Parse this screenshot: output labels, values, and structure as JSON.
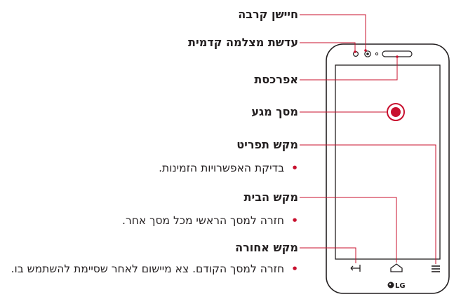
{
  "callouts": {
    "proximity_sensor": "חיישן קרבה",
    "front_camera": "עדשת מצלמה קדמית",
    "earpiece": "אפרכסת",
    "touch_screen": "מסך מגע",
    "menu_key": {
      "title": "מקש תפריט",
      "description": "בדיקת האפשרויות הזמינות."
    },
    "home_key": {
      "title": "מקש הבית",
      "description": "חזרה למסך הראשי מכל מסך אחר."
    },
    "back_key": {
      "title": "מקש אחורה",
      "description": "חזרה למסך הקודם. צא מיישום לאחר שסיימת להשתמש בו."
    }
  },
  "phone": {
    "brand": "LG"
  },
  "colors": {
    "accent": "#c8102e",
    "text": "#231f20",
    "line": "#c8102e"
  }
}
